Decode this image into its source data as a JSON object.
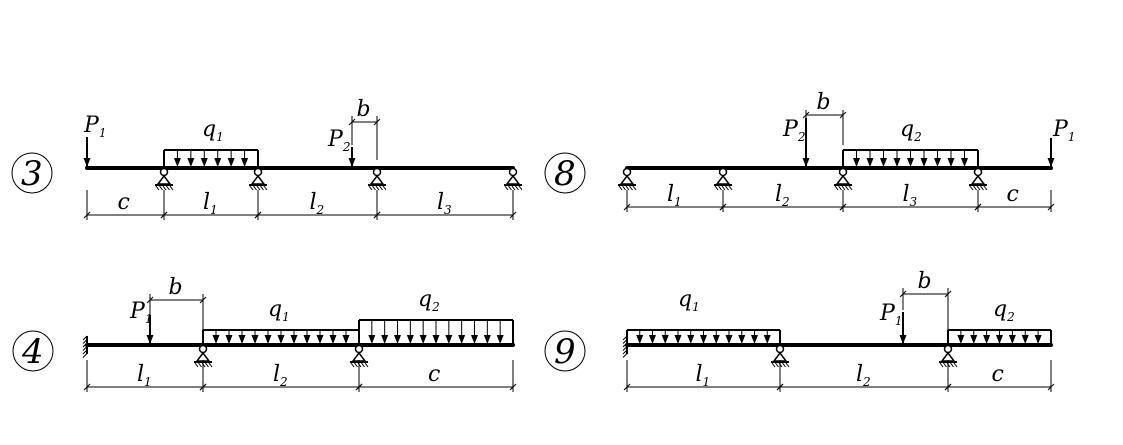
{
  "schemes": [
    {
      "number": "3",
      "point_loads": [
        {
          "label": "P",
          "sub": "1"
        },
        {
          "label": "P",
          "sub": "2"
        }
      ],
      "distributed_loads": [
        {
          "label": "q",
          "sub": "1"
        }
      ],
      "dimensions": [
        {
          "label": "c",
          "sub": ""
        },
        {
          "label": "l",
          "sub": "1"
        },
        {
          "label": "l",
          "sub": "2"
        },
        {
          "label": "l",
          "sub": "3"
        },
        {
          "label": "b",
          "sub": ""
        }
      ]
    },
    {
      "number": "8",
      "point_loads": [
        {
          "label": "P",
          "sub": "2"
        },
        {
          "label": "P",
          "sub": "1"
        }
      ],
      "distributed_loads": [
        {
          "label": "q",
          "sub": "2"
        }
      ],
      "dimensions": [
        {
          "label": "l",
          "sub": "1"
        },
        {
          "label": "l",
          "sub": "2"
        },
        {
          "label": "l",
          "sub": "3"
        },
        {
          "label": "c",
          "sub": ""
        },
        {
          "label": "b",
          "sub": ""
        }
      ]
    },
    {
      "number": "4",
      "point_loads": [
        {
          "label": "P",
          "sub": "1"
        }
      ],
      "distributed_loads": [
        {
          "label": "q",
          "sub": "1"
        },
        {
          "label": "q",
          "sub": "2"
        }
      ],
      "dimensions": [
        {
          "label": "l",
          "sub": "1"
        },
        {
          "label": "l",
          "sub": "2"
        },
        {
          "label": "c",
          "sub": ""
        },
        {
          "label": "b",
          "sub": ""
        }
      ]
    },
    {
      "number": "9",
      "point_loads": [
        {
          "label": "P",
          "sub": "1"
        }
      ],
      "distributed_loads": [
        {
          "label": "q",
          "sub": "1"
        },
        {
          "label": "q",
          "sub": "2"
        }
      ],
      "dimensions": [
        {
          "label": "l",
          "sub": "1"
        },
        {
          "label": "l",
          "sub": "2"
        },
        {
          "label": "c",
          "sub": ""
        },
        {
          "label": "b",
          "sub": ""
        }
      ]
    }
  ]
}
